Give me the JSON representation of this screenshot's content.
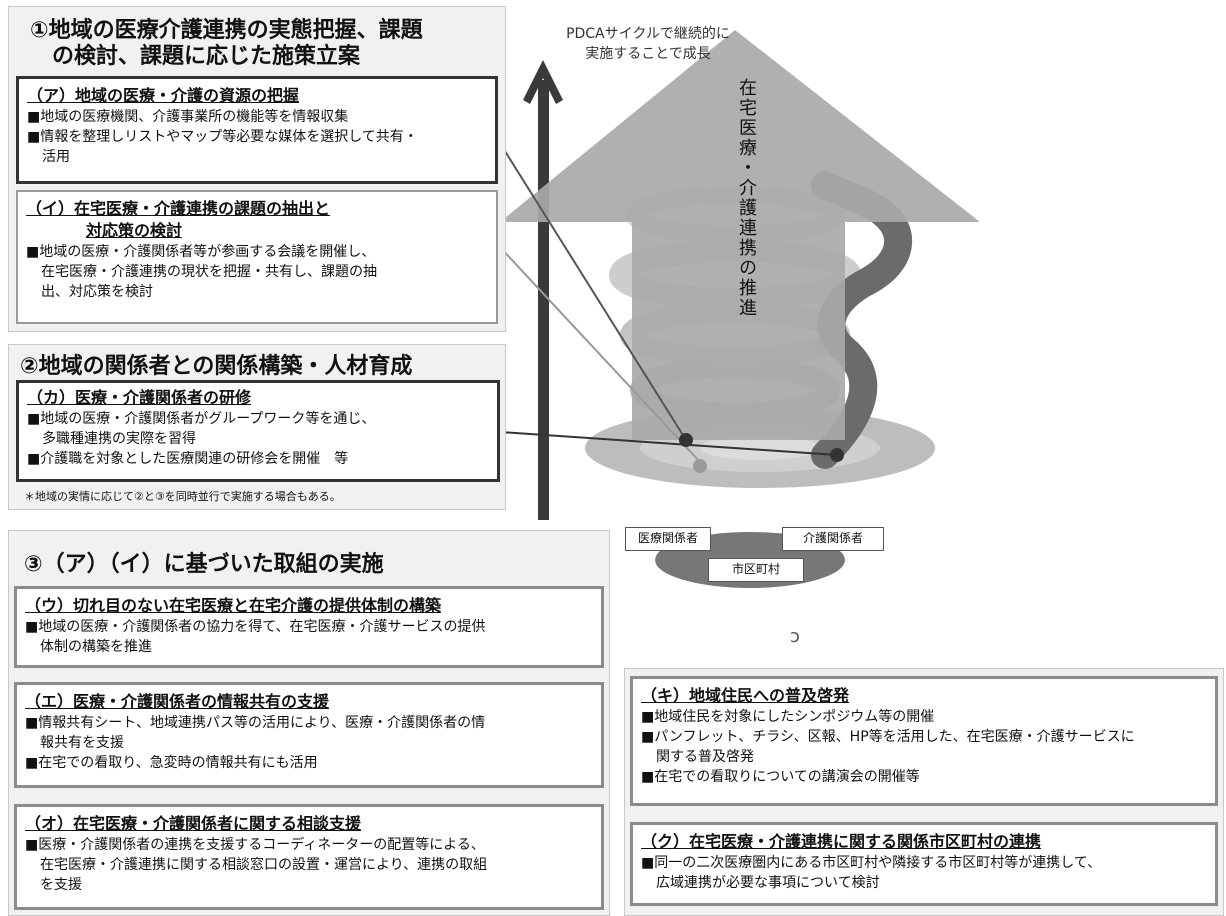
{
  "section1": {
    "title_line1": "①地域の医療介護連携の実態把握、課題",
    "title_line2": "の検討、課題に応じた施策立案",
    "box_a": {
      "title": "（ア）地域の医療・介護の資源の把握",
      "lines": [
        "■地域の医療機関、介護事業所の機能等を情報収集",
        "■情報を整理しリストやマップ等必要な媒体を選択して共有・",
        "活用"
      ]
    },
    "box_i": {
      "title_line1": "（イ）在宅医療・介護連携の課題の抽出と",
      "title_line2": "対応策の検討",
      "lines": [
        "■地域の医療・介護関係者等が参画する会議を開催し、",
        "在宅医療・介護連携の現状を把握・共有し、課題の抽",
        "出、対応策を検討"
      ]
    }
  },
  "section2": {
    "title": "②地域の関係者との関係構築・人材育成",
    "box_ka": {
      "title": "（カ）医療・介護関係者の研修",
      "lines": [
        "■地域の医療・介護関係者がグループワーク等を通じ、",
        "多職種連携の実際を習得",
        "■介護職を対象とした医療関連の研修会を開催　等"
      ]
    },
    "note": "＊地域の実情に応じて②と③を同時並行で実施する場合もある。"
  },
  "section3": {
    "title": "③（ア）（イ）に基づいた取組の実施",
    "box_u": {
      "title": "（ウ）切れ目のない在宅医療と在宅介護の提供体制の構築",
      "lines": [
        "■地域の医療・介護関係者の協力を得て、在宅医療・介護サービスの提供",
        "体制の構築を推進"
      ]
    },
    "box_e": {
      "title": "（エ）医療・介護関係者の情報共有の支援",
      "lines": [
        "■情報共有シート、地域連携パス等の活用により、医療・介護関係者の情",
        "報共有を支援",
        "■在宅での看取り、急変時の情報共有にも活用"
      ]
    },
    "box_o": {
      "title": "（オ）在宅医療・介護関係者に関する相談支援",
      "lines": [
        "■医療・介護関係者の連携を支援するコーディネーターの配置等による、",
        "在宅医療・介護連携に関する相談窓口の設置・運営により、連携の取組",
        "を支援"
      ]
    },
    "box_ki": {
      "title": "（キ）地域住民への普及啓発",
      "lines": [
        "■地域住民を対象にしたシンポジウム等の開催",
        "■パンフレット、チラシ、区報、HP等を活用した、在宅医療・介護サービスに",
        "関する普及啓発",
        "■在宅での看取りについての講演会の開催等"
      ]
    },
    "box_ku": {
      "title": "（ク）在宅医療・介護連携に関する関係市区町村の連携",
      "lines": [
        "■同一の二次医療圏内にある市区町村や隣接する市区町村等が連携して、",
        "広域連携が必要な事項について検討"
      ]
    }
  },
  "diagram": {
    "pdca_line1": "PDCAサイクルで継続的に",
    "pdca_line2": "実施することで成長",
    "vertical_label": "在宅医療・介護連携の推進",
    "stake_medical": "医療関係者",
    "stake_care": "介護関係者",
    "stake_municipality": "市区町村",
    "stray_mark": "ɔ"
  }
}
